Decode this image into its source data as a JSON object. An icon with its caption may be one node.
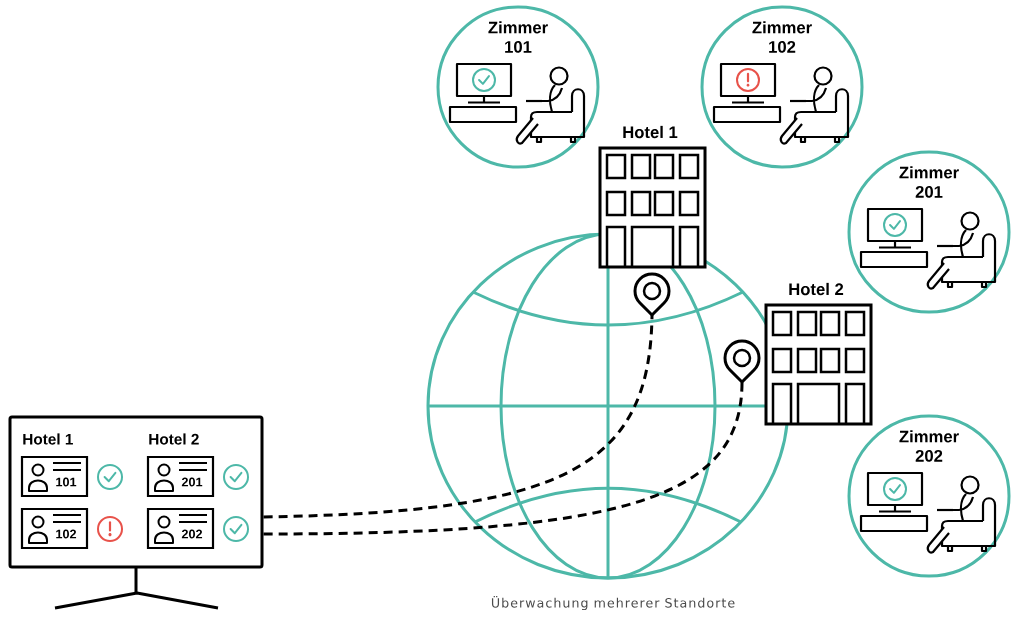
{
  "diagram": {
    "caption": "Überwachung mehrerer Standorte",
    "nodes": [
      {
        "text": [
          "Zimmer 101"
        ]
      },
      {
        "text": [
          "Zimmer 102"
        ]
      },
      {
        "text": [
          "Hotel 1"
        ]
      },
      {
        "text": [
          "Zimmer 201"
        ]
      },
      {
        "text": [],
        "shape": "pin"
      },
      {
        "text": [
          "Hotel 2"
        ]
      },
      {
        "text": [],
        "shape": "pin"
      },
      {
        "text": [
          "Zimmer 202"
        ]
      },
      {
        "text": [
          "Hotel 1",
          "Hotel 2"
        ]
      },
      {
        "text": [
          "101"
        ],
        "in": 8
      },
      {
        "text": [
          "201"
        ],
        "in": 8
      },
      {
        "text": [
          "102"
        ],
        "in": 8
      },
      {
        "text": [
          "202"
        ],
        "in": 8
      }
    ],
    "edges": [
      {
        "from": 8,
        "to": 4,
        "arrow": "none",
        "style": "dashed"
      },
      {
        "from": 8,
        "to": 6,
        "arrow": "none",
        "style": "dashed"
      }
    ]
  }
}
